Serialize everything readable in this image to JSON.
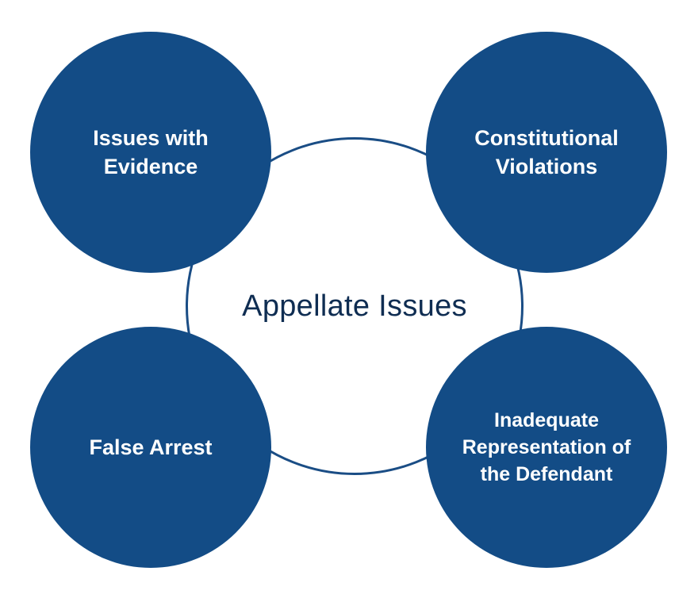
{
  "diagram": {
    "center": {
      "label": "Appellate Issues"
    },
    "nodes": [
      {
        "id": "evidence",
        "label": "Issues with\nEvidence"
      },
      {
        "id": "constitutional",
        "label": "Constitutional\nViolations"
      },
      {
        "id": "arrest",
        "label": "False Arrest"
      },
      {
        "id": "representation",
        "label": "Inadequate\nRepresentation of\nthe Defendant"
      }
    ],
    "colors": {
      "node_fill": "#134c86",
      "ring_stroke": "#1a4d85",
      "center_text": "#0f2d52",
      "node_text": "#ffffff"
    }
  }
}
